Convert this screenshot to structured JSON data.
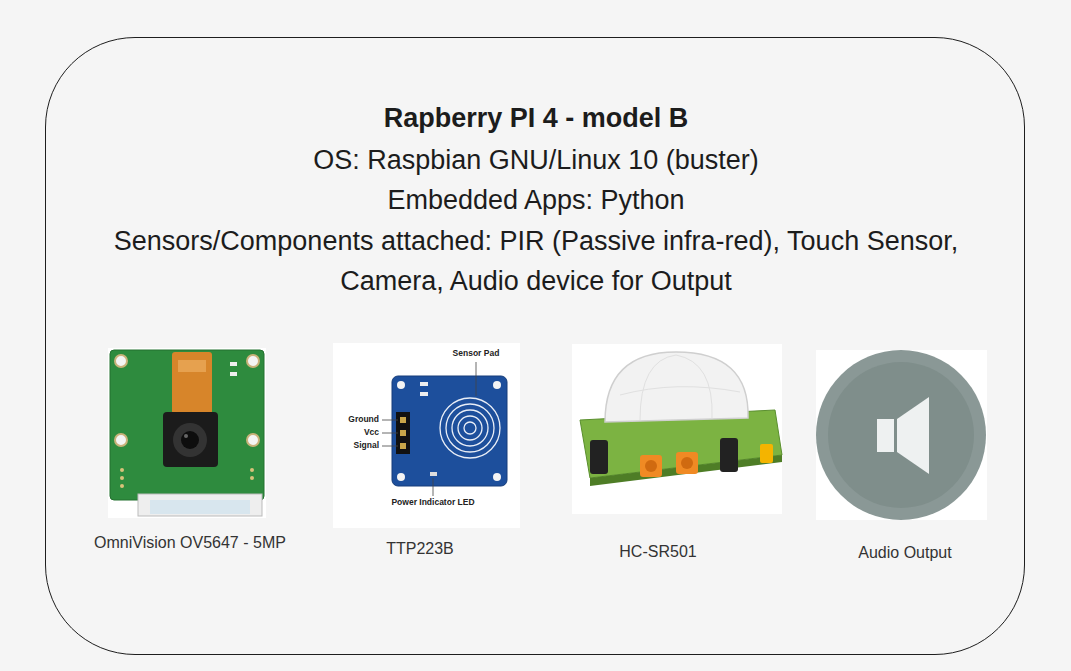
{
  "diagram": {
    "nodes": [
      {
        "text": [
          "Rapberry PI 4 - model B",
          "OS: Raspbian GNU/Linux 10 (buster)",
          "Embedded Apps: Python",
          "Sensors/Components attached: PIR (Passive infra-red), Touch Sensor, Camera, Audio device for Output"
        ]
      },
      {
        "text": [
          "OmniVision OV5647 - 5MP"
        ],
        "in": 0
      },
      {
        "text": [
          "TTP223B"
        ],
        "in": 0
      },
      {
        "text": [
          "HC-SR501"
        ],
        "in": 0
      },
      {
        "text": [
          "Audio Output"
        ],
        "in": 0
      }
    ],
    "labels": [
      "Sensor Pad",
      "Ground",
      "Vcc",
      "Signal",
      "Power Indicator LED"
    ]
  }
}
